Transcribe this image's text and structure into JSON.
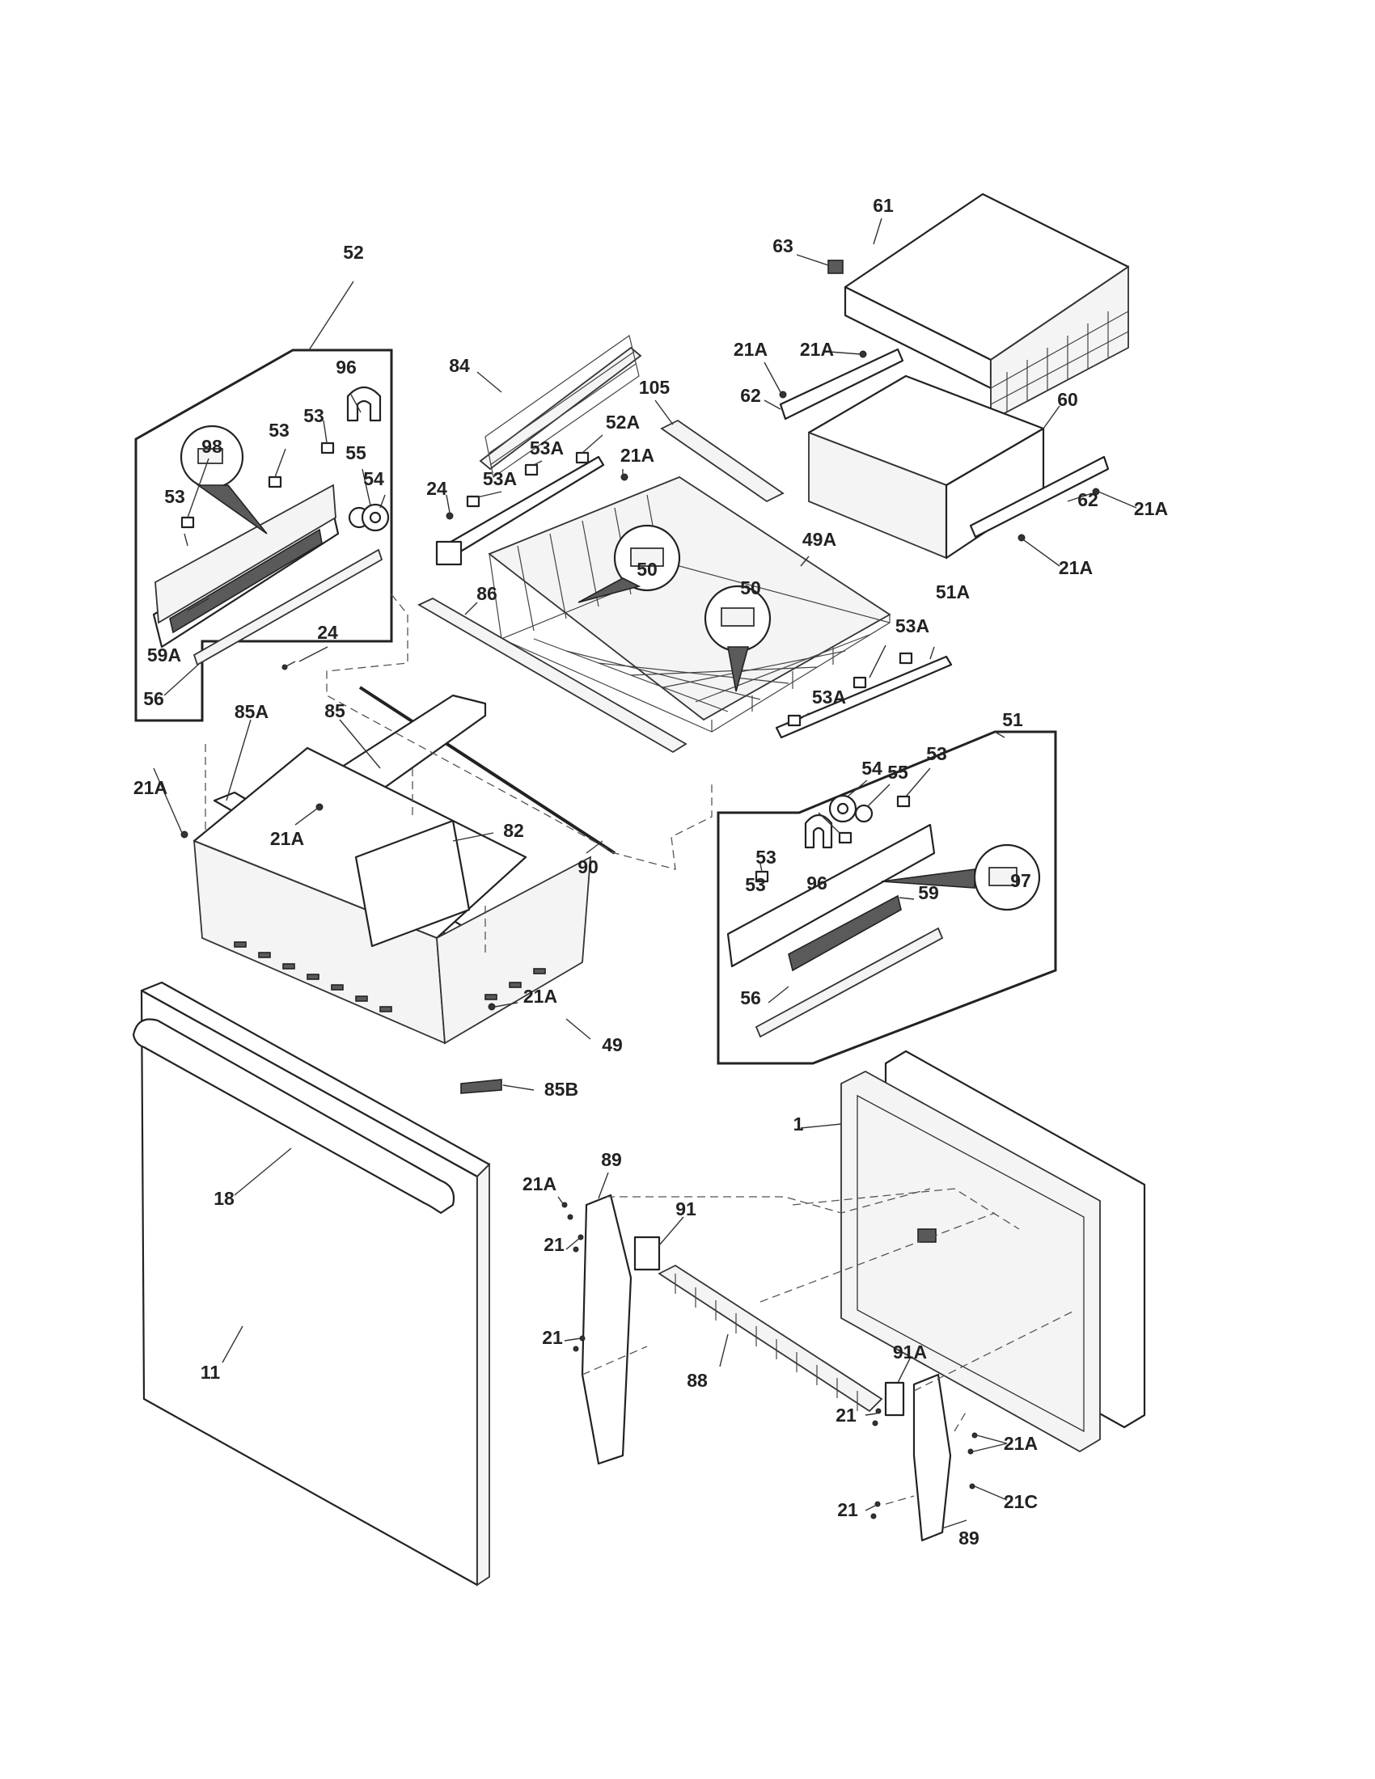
{
  "callouts": [
    {
      "label": "52"
    },
    {
      "label": "96"
    },
    {
      "label": "53"
    },
    {
      "label": "53"
    },
    {
      "label": "98"
    },
    {
      "label": "55"
    },
    {
      "label": "54"
    },
    {
      "label": "53"
    },
    {
      "label": "59A"
    },
    {
      "label": "24"
    },
    {
      "label": "56"
    },
    {
      "label": "84"
    },
    {
      "label": "105"
    },
    {
      "label": "52A"
    },
    {
      "label": "53A"
    },
    {
      "label": "53A"
    },
    {
      "label": "21A"
    },
    {
      "label": "24"
    },
    {
      "label": "50"
    },
    {
      "label": "49A"
    },
    {
      "label": "50"
    },
    {
      "label": "86"
    },
    {
      "label": "53A"
    },
    {
      "label": "51A"
    },
    {
      "label": "53A"
    },
    {
      "label": "61"
    },
    {
      "label": "63"
    },
    {
      "label": "21A"
    },
    {
      "label": "21A"
    },
    {
      "label": "62"
    },
    {
      "label": "60"
    },
    {
      "label": "21A"
    },
    {
      "label": "62"
    },
    {
      "label": "21A"
    },
    {
      "label": "85A"
    },
    {
      "label": "85"
    },
    {
      "label": "21A"
    },
    {
      "label": "21A"
    },
    {
      "label": "82"
    },
    {
      "label": "90"
    },
    {
      "label": "21A"
    },
    {
      "label": "49"
    },
    {
      "label": "85B"
    },
    {
      "label": "51"
    },
    {
      "label": "54"
    },
    {
      "label": "55"
    },
    {
      "label": "53"
    },
    {
      "label": "53"
    },
    {
      "label": "53"
    },
    {
      "label": "96"
    },
    {
      "label": "97"
    },
    {
      "label": "59"
    },
    {
      "label": "56"
    },
    {
      "label": "1"
    },
    {
      "label": "18"
    },
    {
      "label": "11"
    },
    {
      "label": "89"
    },
    {
      "label": "21A"
    },
    {
      "label": "91"
    },
    {
      "label": "21"
    },
    {
      "label": "21"
    },
    {
      "label": "88"
    },
    {
      "label": "91A"
    },
    {
      "label": "21"
    },
    {
      "label": "21A"
    },
    {
      "label": "21C"
    },
    {
      "label": "21"
    },
    {
      "label": "89"
    }
  ]
}
